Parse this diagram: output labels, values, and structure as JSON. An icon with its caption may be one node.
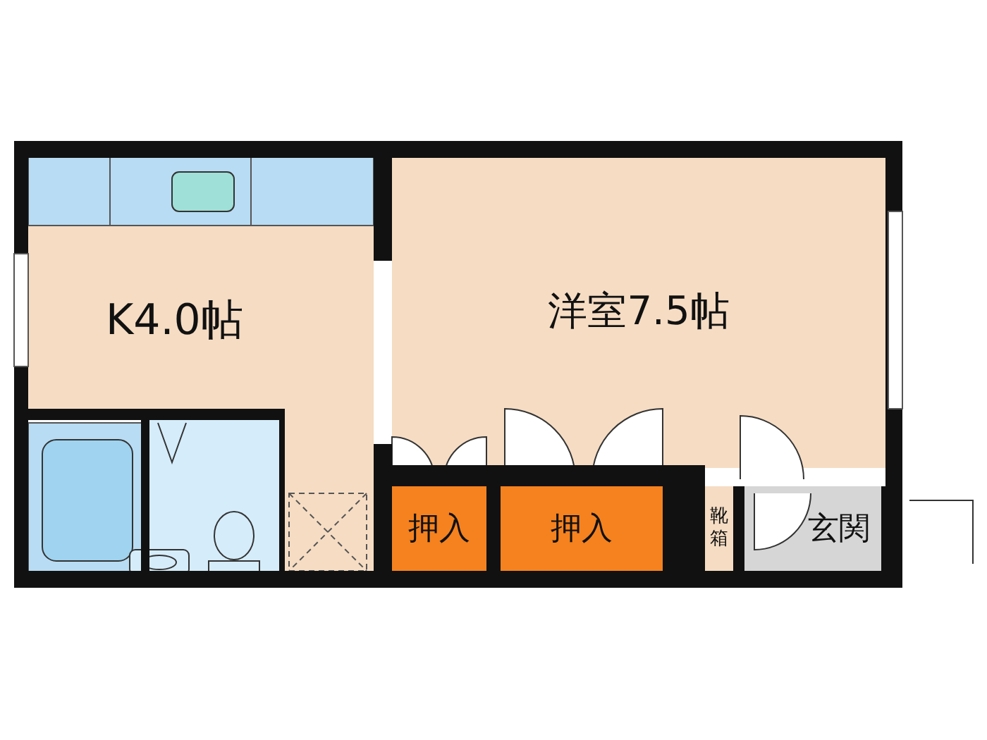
{
  "diagram": {
    "nodes": [
      {
        "text": [
          "K4.0帖"
        ]
      },
      {
        "text": [
          "洋室7.5帖"
        ]
      },
      {
        "text": [
          "押入"
        ]
      },
      {
        "text": [
          "押入"
        ]
      },
      {
        "text": [
          "靴箱"
        ]
      },
      {
        "text": [
          "玄関"
        ]
      }
    ]
  }
}
